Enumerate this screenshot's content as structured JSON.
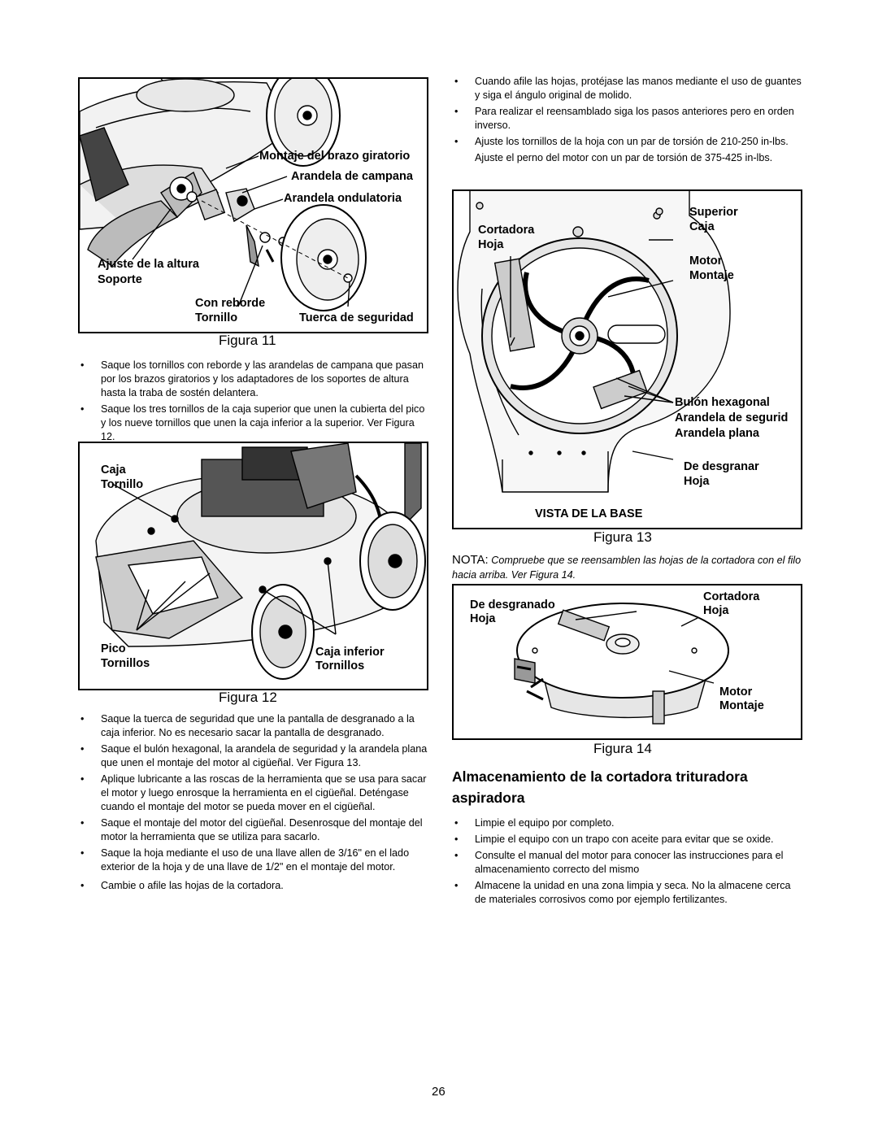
{
  "figure11": {
    "caption": "Figura 11",
    "labels": {
      "swivel": "Montaje del brazo giratorio",
      "bell": "Arandela de campana",
      "wave": "Arandela ondulatoria",
      "height1": "Ajuste de la altura",
      "height2": "Soporte",
      "flange1": "Con reborde",
      "flange2": "Tornillo",
      "locknut": "Tuerca de seguridad"
    }
  },
  "figure12": {
    "caption": "Figura 12",
    "labels": {
      "caja": "Caja",
      "tornillo": "Tornillo",
      "pico": "Pico",
      "tornillos": "Tornillos",
      "cajainf": "Caja inferior",
      "tornillos2": "Tornillos"
    }
  },
  "figure13": {
    "caption": "Figura 13",
    "labels": {
      "superior": "Superior",
      "caja": "Caja",
      "cortadora": "Cortadora",
      "hoja": "Hoja",
      "motor": "Motor",
      "montaje": "Montaje",
      "bulon": "Bulón hexagonal",
      "arandelaseg": "Arandela de segurid",
      "arandelaplana": "Arandela plana",
      "desgranar": "De desgranar",
      "hoja2": "Hoja",
      "base": "VISTA DE LA BASE"
    }
  },
  "figure14": {
    "caption": "Figura 14",
    "labels": {
      "desgranado": "De desgranado",
      "hoja": "Hoja",
      "cortadora": "Cortadora",
      "hoja2": "Hoja",
      "motor": "Motor",
      "montaje": "Montaje"
    }
  },
  "left_bullets_1": [
    "Saque los tornillos con reborde y las arandelas de campana que pasan por los brazos giratorios y los adaptadores de los soportes de altura hasta la traba de sostén delantera.",
    "Saque los tres tornillos de la caja superior que unen la cubierta del pico y los nueve tornillos que unen la caja inferior a la superior. Ver Figura 12."
  ],
  "left_bullets_2": [
    "Saque la tuerca de seguridad que une la pantalla de desgranado a la caja inferior. No es necesario sacar la pantalla de desgranado.",
    "Saque el bulón hexagonal, la arandela de seguridad y la arandela plana que unen el montaje del motor al cigüeñal. Ver Figura 13.",
    "Aplique lubricante a las roscas de la herramienta que se usa para sacar el motor y luego enrosque la herramienta en el cigüeñal. Deténgase cuando el montaje del motor se pueda mover en el cigüeñal.",
    "Saque el montaje del motor del cigüeñal. Desenrosque del montaje del motor la herramienta que se utiliza para sacarlo.",
    "Saque la hoja mediante el uso de una llave allen de 3/16\" en el lado exterior de la hoja y de una llave de 1/2\" en el montaje del motor.",
    "Cambie o afile las hojas de la cortadora."
  ],
  "right_bullets_1": [
    "Cuando afile las hojas, protéjase las manos mediante el uso de guantes y siga el ángulo original de molido.",
    "Para realizar el reensamblado siga los pasos anteriores pero en orden inverso.",
    "Ajuste los tornillos de la hoja con un par de torsión de 210-250 in-lbs."
  ],
  "right_cont": "Ajuste el perno del motor con un par de torsión de 375-425 in-lbs.",
  "note": {
    "label": "NOTA:",
    "text": "Compruebe que se reensamblen las hojas de la cortadora con el filo hacia arriba. Ver Figura 14."
  },
  "section_heading": "Almacenamiento de la cortadora trituradora aspiradora",
  "storage_bullets": [
    "Limpie el equipo por completo.",
    "Limpie el equipo con un trapo con aceite para evitar que se oxide.",
    "Consulte el manual del motor para conocer las instrucciones para el almacenamiento correcto del mismo",
    "Almacene la unidad en una zona limpia y seca. No la almacene cerca de materiales corrosivos como por ejemplo fertilizantes."
  ],
  "page_number": "26"
}
